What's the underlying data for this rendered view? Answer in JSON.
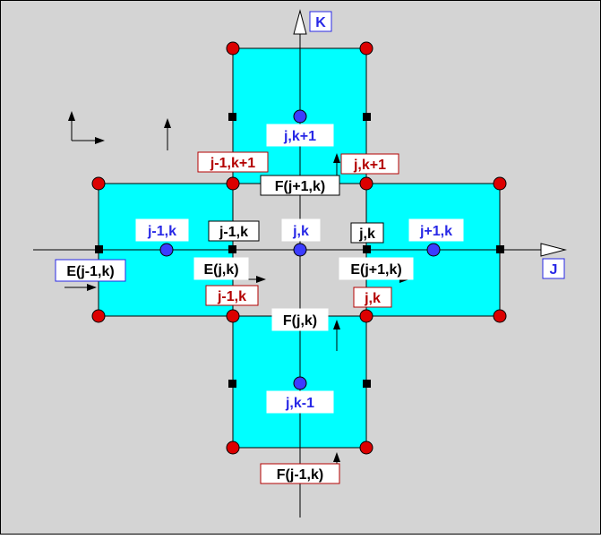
{
  "colors": {
    "background": "#d4d4d4",
    "cell_fill": "#00ffff",
    "center_fill": "#d3d3d3",
    "vertex_node": "#dc0000",
    "center_node": "#3c3cff",
    "face_node": "#000000",
    "label_blue": "#2828e6",
    "label_red": "#b40000",
    "label_black": "#000000"
  },
  "axes": {
    "horizontal": "J",
    "vertical": "K"
  },
  "cell_centers": {
    "center": "j,k",
    "left": "j-1,k",
    "right": "j+1,k",
    "top": "j,k+1",
    "bottom": "j,k-1"
  },
  "vertex_labels": {
    "top_left": "j-1,k+1",
    "top_right": "j,k+1",
    "bottom_left": "j-1,k",
    "bottom_right": "j,k"
  },
  "face_labels": {
    "inner_left": "j-1,k",
    "inner_right": "j,k"
  },
  "flux_labels": {
    "e_left": "E(j-1,k)",
    "e_center": "E(j,k)",
    "e_right": "E(j+1,k)",
    "f_top": "F(j+1,k)",
    "f_center": "F(j,k)",
    "f_bottom": "F(j-1,k)"
  }
}
